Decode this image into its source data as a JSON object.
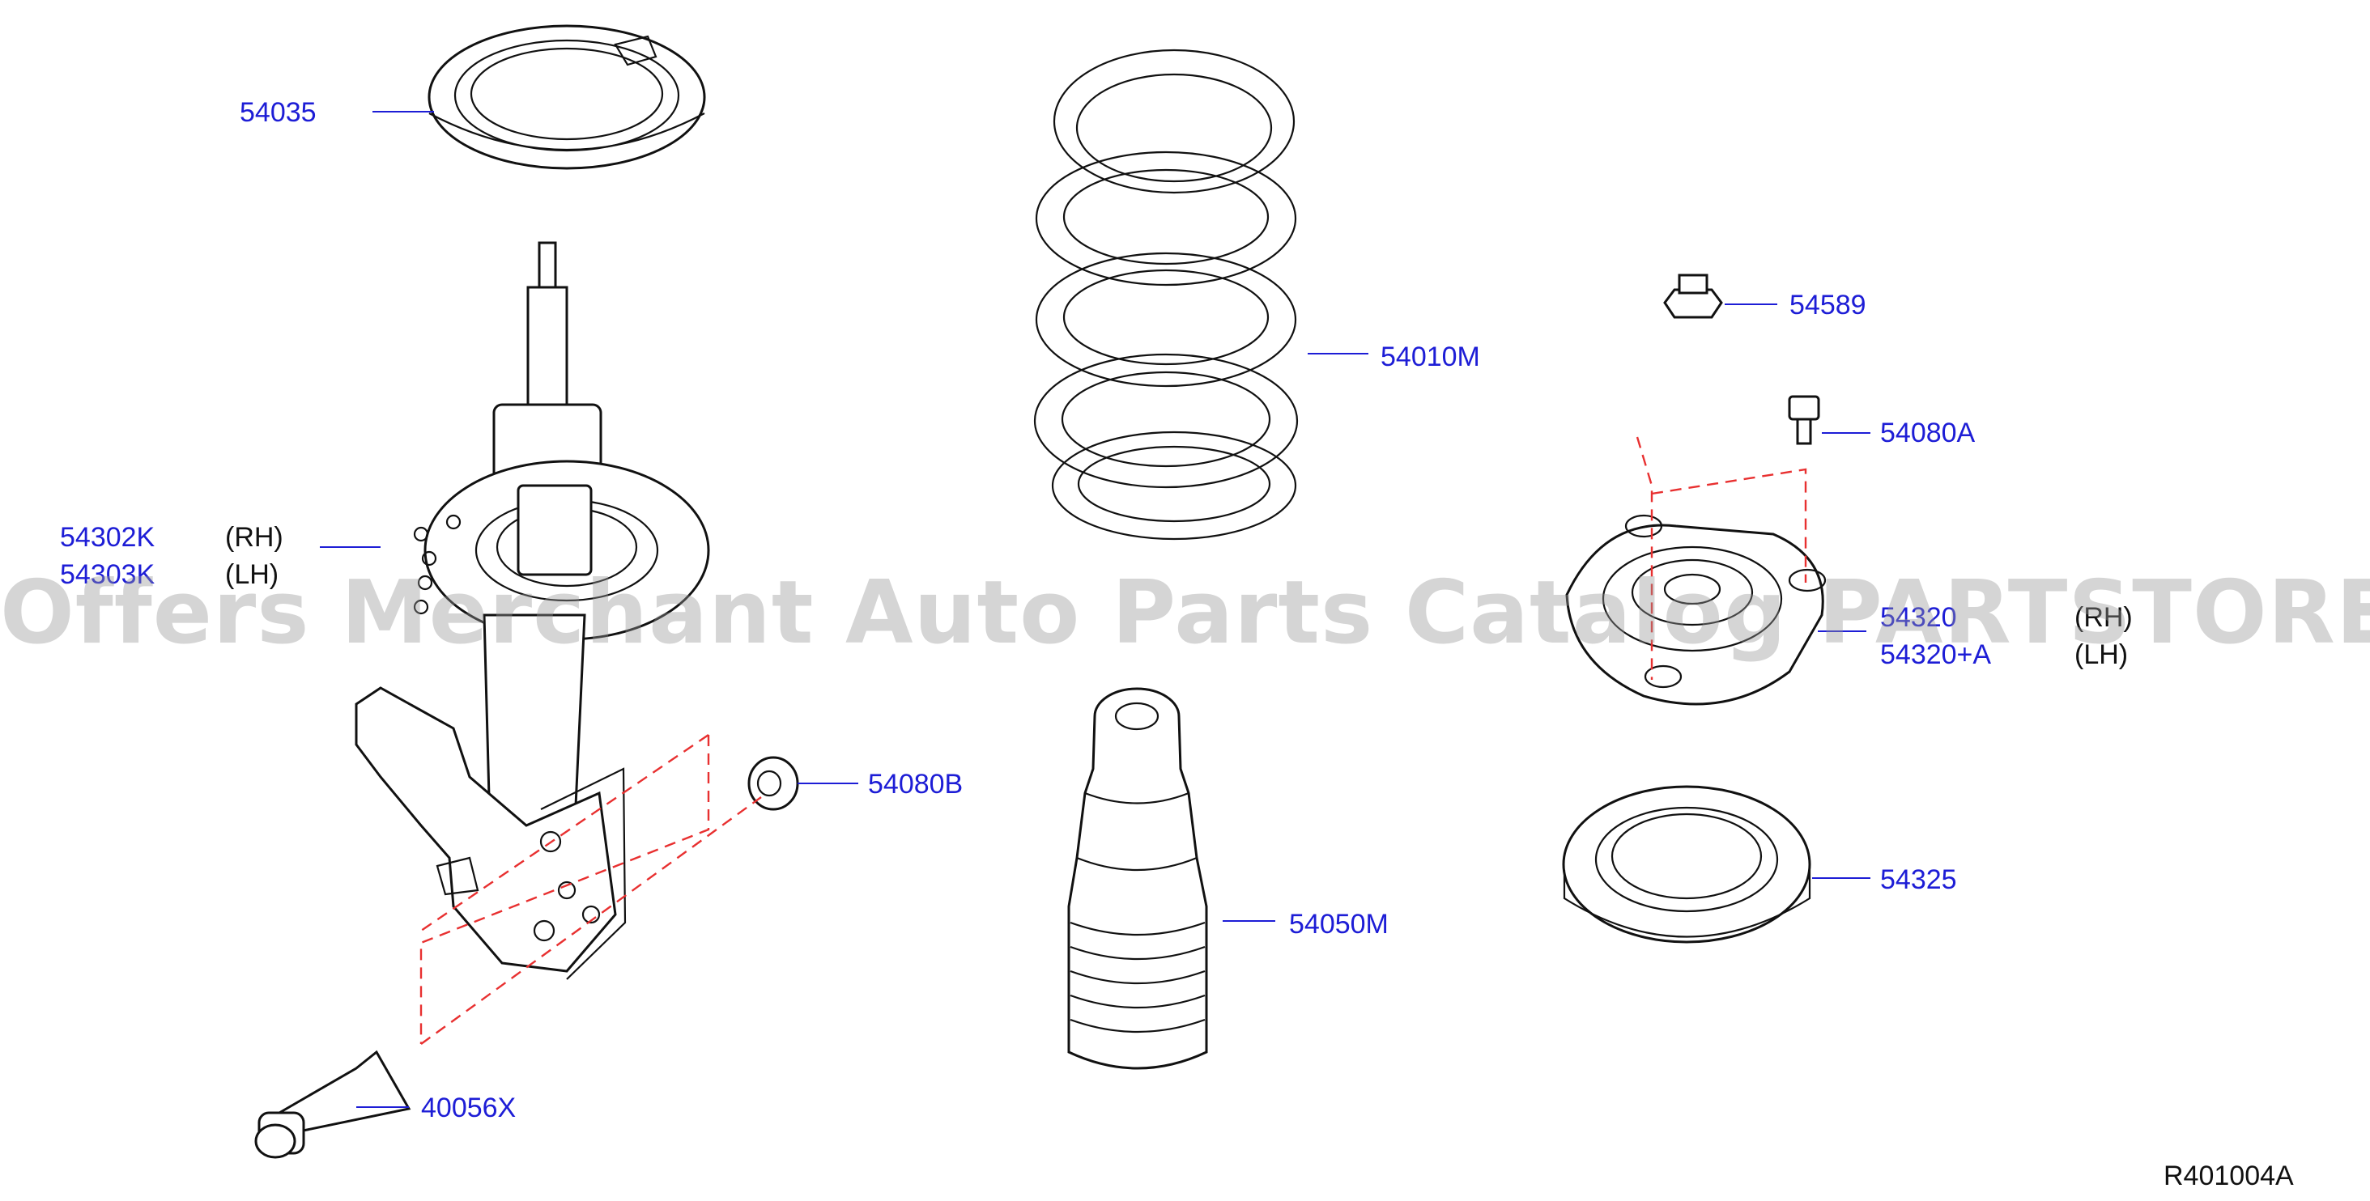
{
  "diagram": {
    "callouts": [
      {
        "code": "54035"
      },
      {
        "code": "54010M"
      },
      {
        "code": "54589"
      },
      {
        "code": "54080A"
      },
      {
        "code": "54302K",
        "side": "(RH)"
      },
      {
        "code": "54303K",
        "side": "(LH)"
      },
      {
        "code": "54320",
        "side": "(RH)"
      },
      {
        "code": "54320+A",
        "side": "(LH)"
      },
      {
        "code": "54080B"
      },
      {
        "code": "54325"
      },
      {
        "code": "54050M"
      },
      {
        "code": "40056X"
      }
    ],
    "reference": "R401004A"
  },
  "watermark": "Offers Merchant Auto Parts Catalog PARTSTORE.SA",
  "colors": {
    "callout": "#1d1dd6",
    "guide_line": "#e83030",
    "parts": "#111111"
  }
}
